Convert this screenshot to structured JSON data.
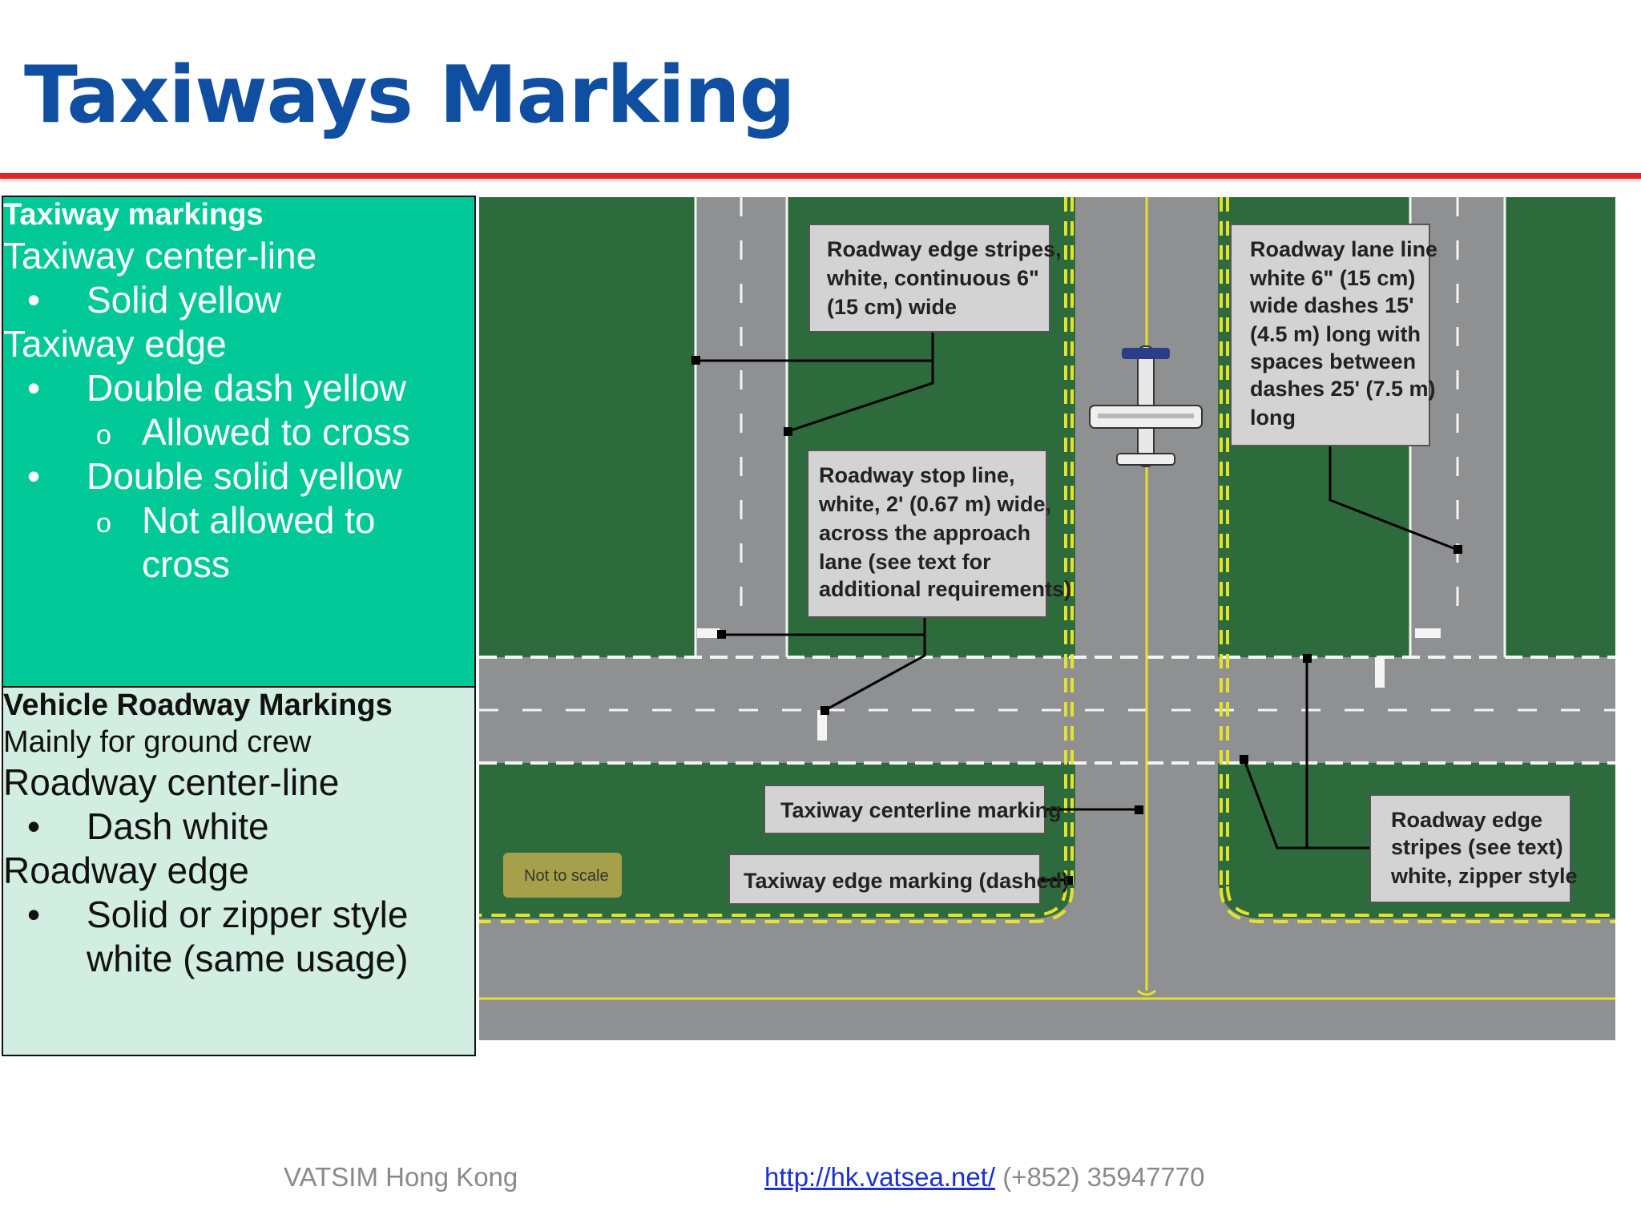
{
  "slide": {
    "title": "Taxiways Marking"
  },
  "taxiway_panel": {
    "heading": "Taxiway markings",
    "centerline_label": "Taxiway center-line",
    "centerline_item": "Solid yellow",
    "edge_label": "Taxiway edge",
    "edge_item_1": "Double dash yellow",
    "edge_item_1_sub": "Allowed to cross",
    "edge_item_2": "Double solid yellow",
    "edge_item_2_sub": "Not allowed to cross"
  },
  "vehicle_panel": {
    "heading": "Vehicle Roadway Markings",
    "subheading": "Mainly for ground crew",
    "centerline_label": "Roadway center-line",
    "centerline_item": "Dash white",
    "edge_label": "Roadway edge",
    "edge_item": "Solid or zipper style white (same usage)"
  },
  "diagram": {
    "callouts": {
      "edge_stripes": [
        "Roadway edge stripes,",
        "white, continuous 6\"",
        "(15 cm) wide"
      ],
      "lane_line": [
        "Roadway lane line",
        "white 6\" (15 cm)",
        "wide dashes 15'",
        "(4.5 m) long with",
        "spaces between",
        "dashes 25' (7.5 m)",
        "long"
      ],
      "stop_line": [
        "Roadway stop line,",
        "white, 2' (0.67 m) wide,",
        "across the approach",
        "lane (see text for",
        "additional requirements)"
      ],
      "centerline_marking": "Taxiway centerline marking",
      "edge_marking": "Taxiway edge marking (dashed)",
      "zipper": [
        "Roadway edge",
        "stripes (see text)",
        "white, zipper style"
      ],
      "scale_note": "Not to scale"
    },
    "colors": {
      "grass": "#2e6b3c",
      "pavement": "#8f9092",
      "taxi_yellow": "#e6e22b",
      "callout_fill": "#d3d3d3"
    }
  },
  "footer": {
    "organization": "VATSIM Hong Kong",
    "url": "http://hk.vatsea.net/",
    "phone": "(+852) 35947770"
  }
}
